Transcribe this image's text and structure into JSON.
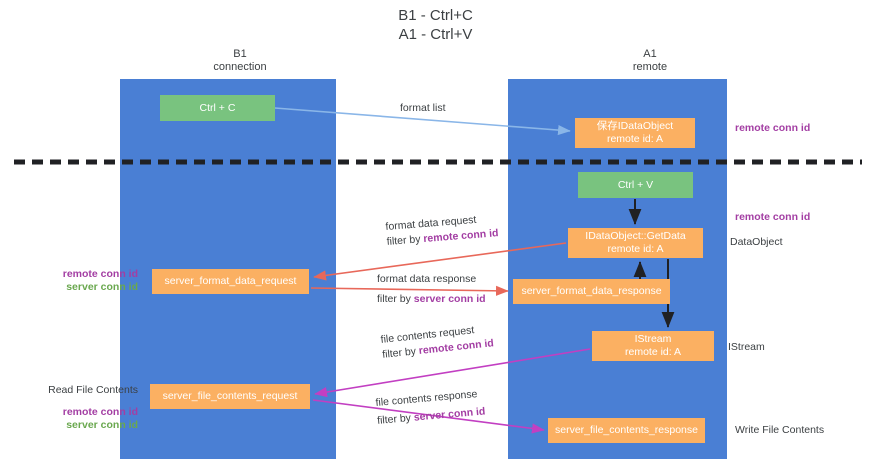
{
  "title": "B1 - Ctrl+C\nA1 - Ctrl+V",
  "columns": {
    "left": "B1\nconnection",
    "right": "A1\nremote"
  },
  "colors": {
    "lane": "#4a7fd4",
    "green_node": "#79c37f",
    "orange_node": "#fbb062",
    "purple_text": "#a33ea3",
    "green_text": "#6aa84f",
    "dark_text": "#3c4043",
    "arrow_blue": "#8ab6e8",
    "arrow_red": "#e8685a",
    "arrow_magenta": "#c23fc2",
    "arrow_black": "#202124",
    "divider": "#202124",
    "background": "#ffffff"
  },
  "nodes": {
    "ctrl_c": "Ctrl + C",
    "idataobject": "保存IDataObject\nremote id: A",
    "ctrl_v": "Ctrl + V",
    "getdata": "IDataObject::GetData\nremote id: A",
    "server_format_data_request": "server_format_data_request",
    "server_format_data_response": "server_format_data_response",
    "istream": "IStream\nremote id: A",
    "server_file_contents_request": "server_file_contents_request",
    "server_file_contents_response": "server_file_contents_response"
  },
  "edge_labels": {
    "format_list": "format list",
    "format_data_request": "format data request",
    "format_data_request_filter_prefix": "filter by ",
    "format_data_request_filter_key": "remote conn id",
    "format_data_response": "format data response",
    "format_data_response_filter_prefix": "filter by ",
    "format_data_response_filter_key": "server conn id",
    "file_contents_request": "file contents request",
    "file_contents_request_filter_prefix": "filter by ",
    "file_contents_request_filter_key": "remote conn id",
    "file_contents_response": "file contents response",
    "file_contents_response_filter_prefix": "filter by ",
    "file_contents_response_filter_key": "server conn id"
  },
  "annotations": {
    "remote_conn_id_top": "remote conn id",
    "remote_conn_id_mid": "remote conn id",
    "dataobject": "DataObject",
    "istream": "IStream",
    "write_file_contents": "Write File Contents",
    "read_file_contents": "Read File Contents",
    "left_mid_purple": "remote conn id",
    "left_mid_green": "server conn id",
    "left_bottom_purple": "remote conn id",
    "left_bottom_green": "server conn id"
  }
}
